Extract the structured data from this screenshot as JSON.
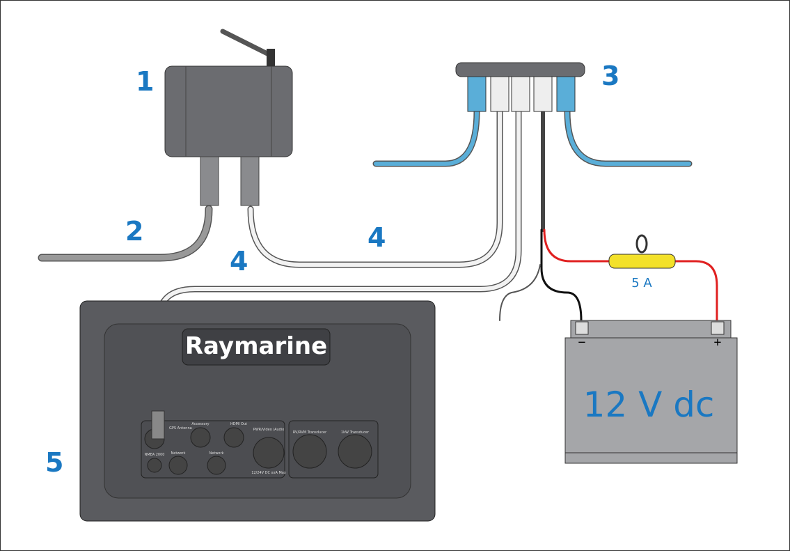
{
  "callouts": {
    "c1": "1",
    "c2": "2",
    "c3": "3",
    "c4a": "4",
    "c4b": "4",
    "c5": "5"
  },
  "fuse_label": "5 A",
  "battery": {
    "label": "12 V dc",
    "negative": "−",
    "positive": "+"
  },
  "display": {
    "brand": "Raymarine",
    "ports": {
      "gps": "GPS Antenna",
      "accessory": "Accessory",
      "hdmi": "HDMI Out",
      "pwr": "PWR/Video /Audio",
      "nmea": "NMEA 2000",
      "network1": "Network",
      "network2": "Network",
      "power_rating": "12/24V DC xxA Max",
      "rv": "RV/RVM Transducer",
      "kw": "1kW Transducer"
    }
  },
  "colors": {
    "callout": "#1a78c2",
    "device": "#6b6c70",
    "cable_blue": "#5aaed8",
    "cable_red": "#e02020",
    "fuse": "#f3e12a",
    "battery": "#a5a6a9"
  }
}
